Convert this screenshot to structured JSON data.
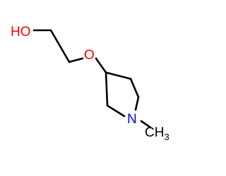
{
  "molecule": {
    "atoms": {
      "hydroxyl": {
        "text": "HO",
        "color": "#ff0000"
      },
      "ether_oxygen": {
        "text": "O",
        "color": "#ff0000"
      },
      "ring_nitrogen": {
        "text": "N",
        "color": "#0000ff"
      },
      "methyl": {
        "text": "CH",
        "subscript": "3",
        "color": "#000000"
      }
    },
    "bond_color": "#000000"
  }
}
